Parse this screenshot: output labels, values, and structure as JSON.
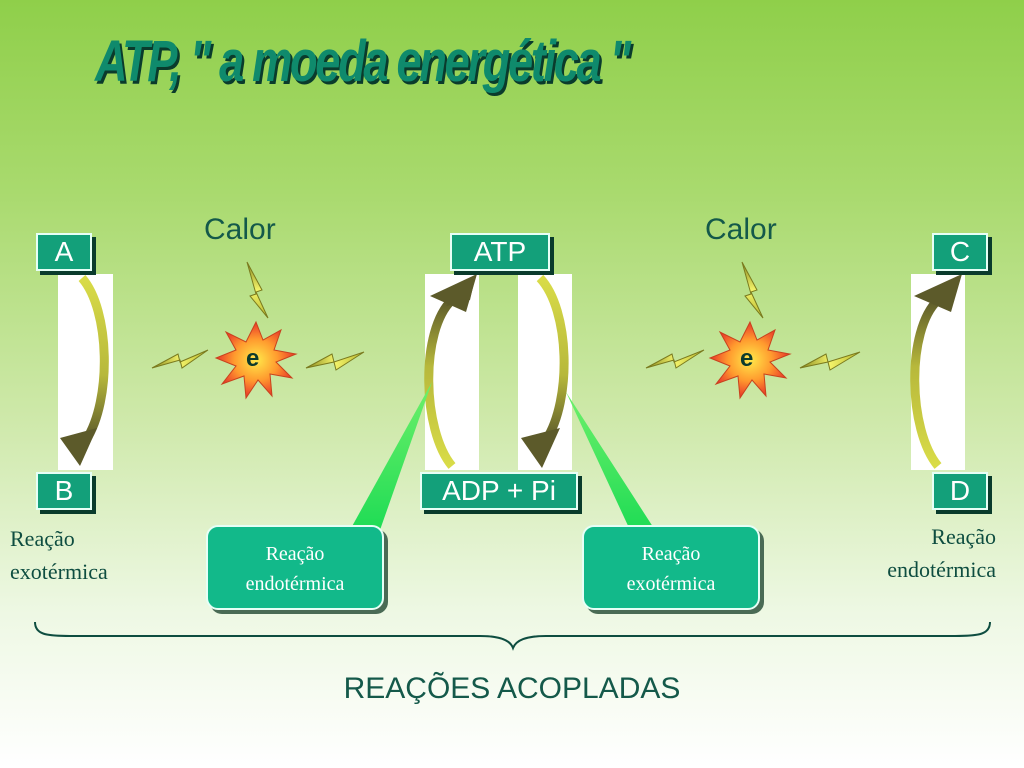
{
  "title": "ATP, \" a moeda energética \"",
  "boxes": {
    "a": "A",
    "b": "B",
    "atp": "ATP",
    "adp": "ADP + Pi",
    "c": "C",
    "d": "D"
  },
  "heat": {
    "left": "Calor",
    "right": "Calor",
    "energy_symbol": "e"
  },
  "labels": {
    "left_line1": "Reação",
    "left_line2": "exotérmica",
    "right_line1": "Reação",
    "right_line2": "endotérmica"
  },
  "callouts": {
    "left_line1": "Reação",
    "left_line2": "endotérmica",
    "right_line1": "Reação",
    "right_line2": "exotérmica"
  },
  "footer": "REAÇÕES ACOPLADAS",
  "colors": {
    "accent": "#13a07a",
    "text": "#14594a",
    "arrow": "#c8cc40",
    "callout_pointer": "#3dee55"
  },
  "icons": [
    "curved-arrow-down-icon",
    "curved-arrow-up-icon",
    "lightning-bolt-icon",
    "energy-burst-icon",
    "brace-icon"
  ]
}
